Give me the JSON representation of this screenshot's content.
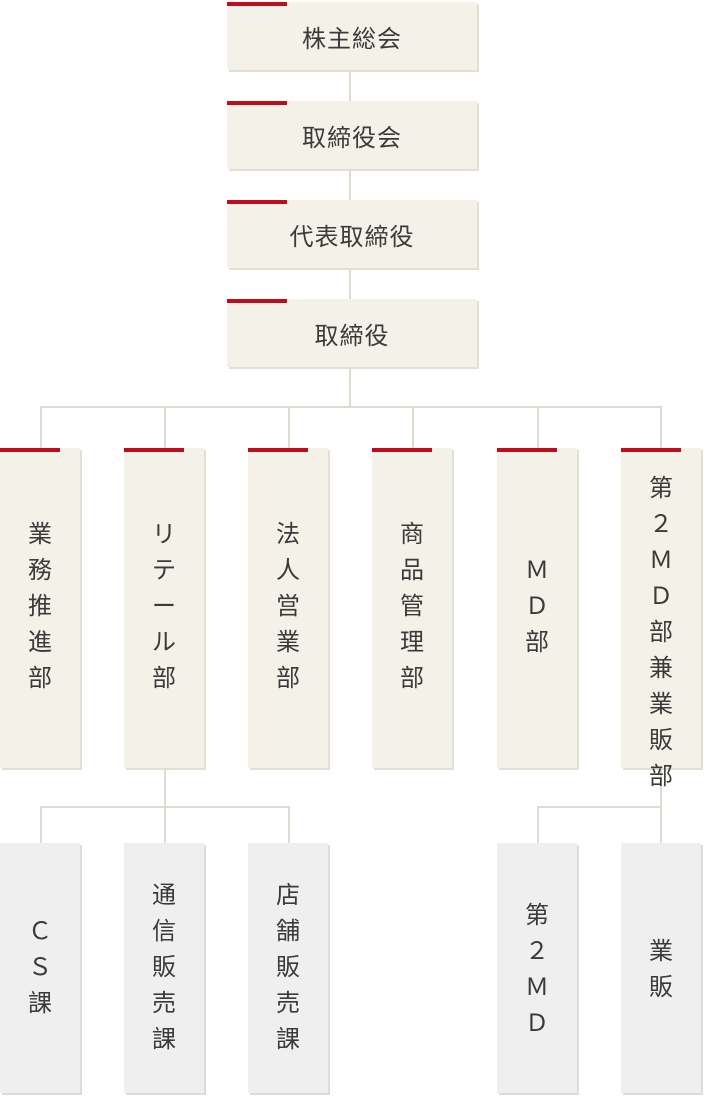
{
  "chart": {
    "top_nodes": [
      "株主総会",
      "取締役会",
      "代表取締役",
      "取締役"
    ],
    "departments": [
      {
        "name": "業務推進部"
      },
      {
        "name": "リテール部"
      },
      {
        "name": "法人営業部"
      },
      {
        "name": "商品管理部"
      },
      {
        "name": "ＭＤ部"
      },
      {
        "name": "第２ＭＤ部兼業販部"
      }
    ],
    "sections": [
      {
        "name": "ＣＳ課",
        "parent": "リテール部"
      },
      {
        "name": "通信販売課",
        "parent": "リテール部"
      },
      {
        "name": "店舗販売課",
        "parent": "リテール部"
      },
      {
        "name": "第２ＭＤ",
        "parent": "第２ＭＤ部兼業販部"
      },
      {
        "name": "業販",
        "parent": "第２ＭＤ部兼業販部"
      }
    ]
  },
  "colors": {
    "accent": "#c00d1e",
    "node_beige": "#f4f1e8",
    "node_gray": "#efefef",
    "connector": "#dedbd0",
    "text": "#3a3a3a"
  }
}
